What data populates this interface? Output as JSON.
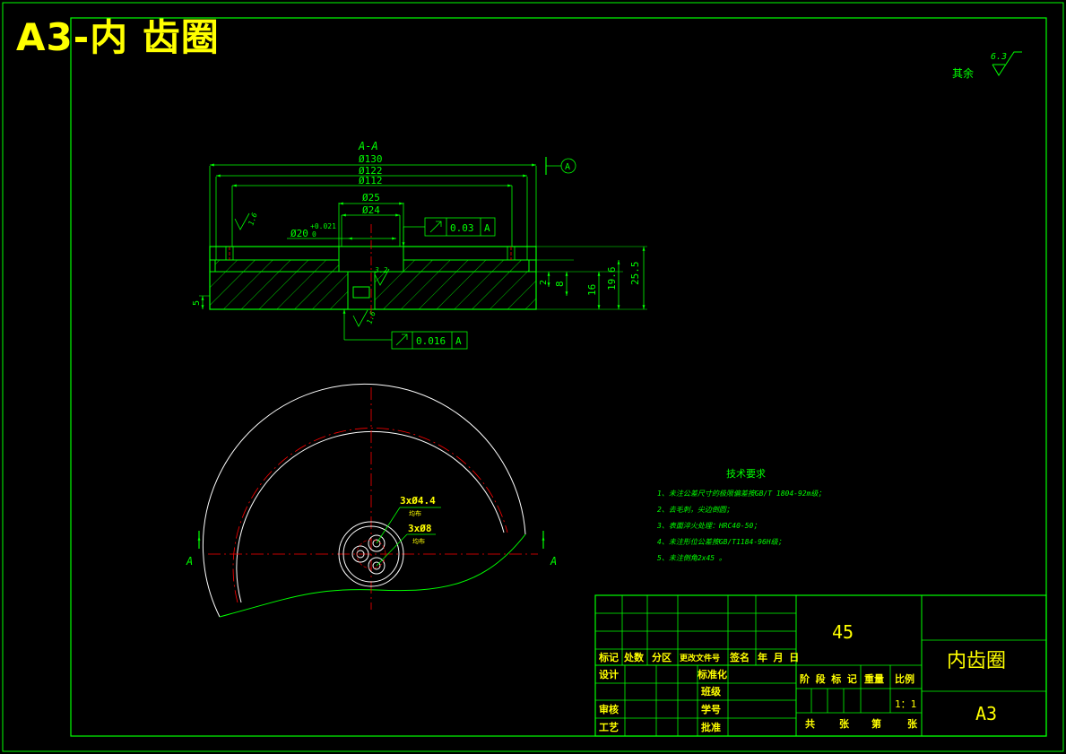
{
  "header": {
    "title": "A3-内 齿圈"
  },
  "surface_note": {
    "label": "其余",
    "roughness": "6.3"
  },
  "section": {
    "label": "A-A",
    "datum": "A",
    "dims": {
      "d130": "Ø130",
      "d122": "Ø122",
      "d112": "Ø112",
      "d25": "Ø25",
      "d24": "Ø24",
      "d20": "Ø20",
      "tol_upper": "+0.021",
      "tol_lower": "0",
      "h25_5": "25.5",
      "h19_6": "19.6",
      "h16": "16",
      "h8": "8",
      "h2": "2",
      "h5": "5"
    },
    "roughness": {
      "r1": "1.6",
      "r2": "3.2",
      "r3": "1.6"
    },
    "fcf1": {
      "value": "0.03",
      "datum": "A"
    },
    "fcf2": {
      "value": "0.016",
      "datum": "A"
    }
  },
  "plan_view": {
    "label_a": "A",
    "hole1": "3xØ4.4",
    "hole1_sub": "均布",
    "hole2": "3xØ8",
    "hole2_sub": "均布"
  },
  "tech_req": {
    "title": "技术要求",
    "items": [
      "1、未注公差尺寸的极限偏差按GB/T 1804-92m级；",
      "2、去毛刺，尖边倒圆；",
      "3、表面淬火处理：HRC40-50；",
      "4、未注形位公差按GB/T1184-96H级；",
      "5、未注倒角2x45 。"
    ]
  },
  "title_block": {
    "material": "45",
    "part_name": "内齿圈",
    "sheet_size": "A3",
    "scale": "1：1",
    "rev_headers": [
      "标记",
      "处数",
      "分区",
      "更改文件号",
      "签名",
      "年 月 日"
    ],
    "roles": [
      "设计",
      "审核",
      "工艺"
    ],
    "roles2": [
      "标准化",
      "班级",
      "学号",
      "批准"
    ],
    "stage_header": "阶 段 标 记",
    "weight_header": "重量",
    "scale_header": "比例",
    "sheets": [
      "共",
      "张",
      "第",
      "张"
    ]
  }
}
